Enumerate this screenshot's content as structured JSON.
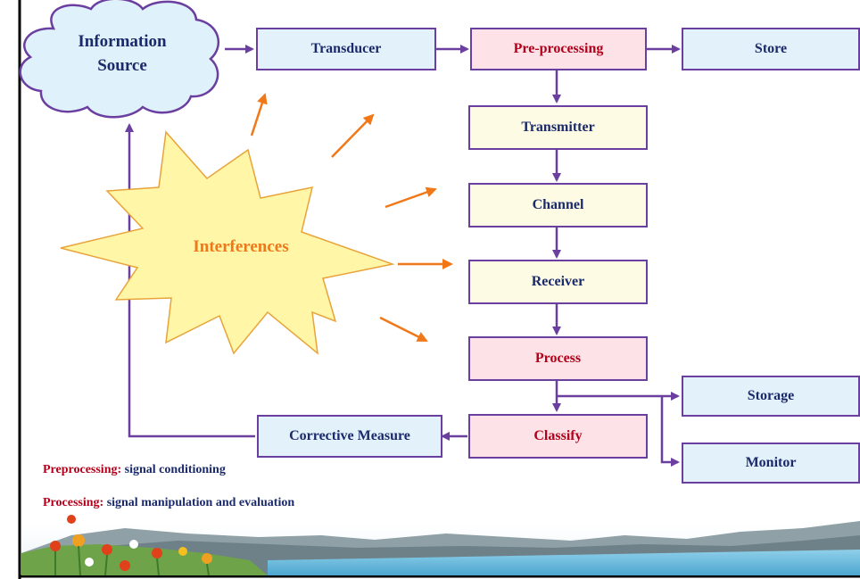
{
  "nodes": {
    "information_source": "Information Source",
    "transducer": "Transducer",
    "preprocessing": "Pre-processing",
    "store": "Store",
    "transmitter": "Transmitter",
    "channel": "Channel",
    "receiver": "Receiver",
    "process": "Process",
    "storage": "Storage",
    "classify": "Classify",
    "corrective_measure": "Corrective Measure",
    "monitor": "Monitor",
    "interferences": "Interferences"
  },
  "notes": [
    {
      "key": "Preprocessing:",
      "text": " signal conditioning"
    },
    {
      "key": "Processing:",
      "text": " signal manipulation and evaluation"
    }
  ],
  "colors": {
    "border": "#6b3fa0",
    "blue_fill": "#e3f1fb",
    "yellow_fill": "#fdfbe3",
    "pink_fill": "#fde3e8",
    "dark_text": "#1b2a6b",
    "red_text": "#b3001b",
    "orange": "#f07818",
    "starburst_fill": "#fff6a8"
  }
}
